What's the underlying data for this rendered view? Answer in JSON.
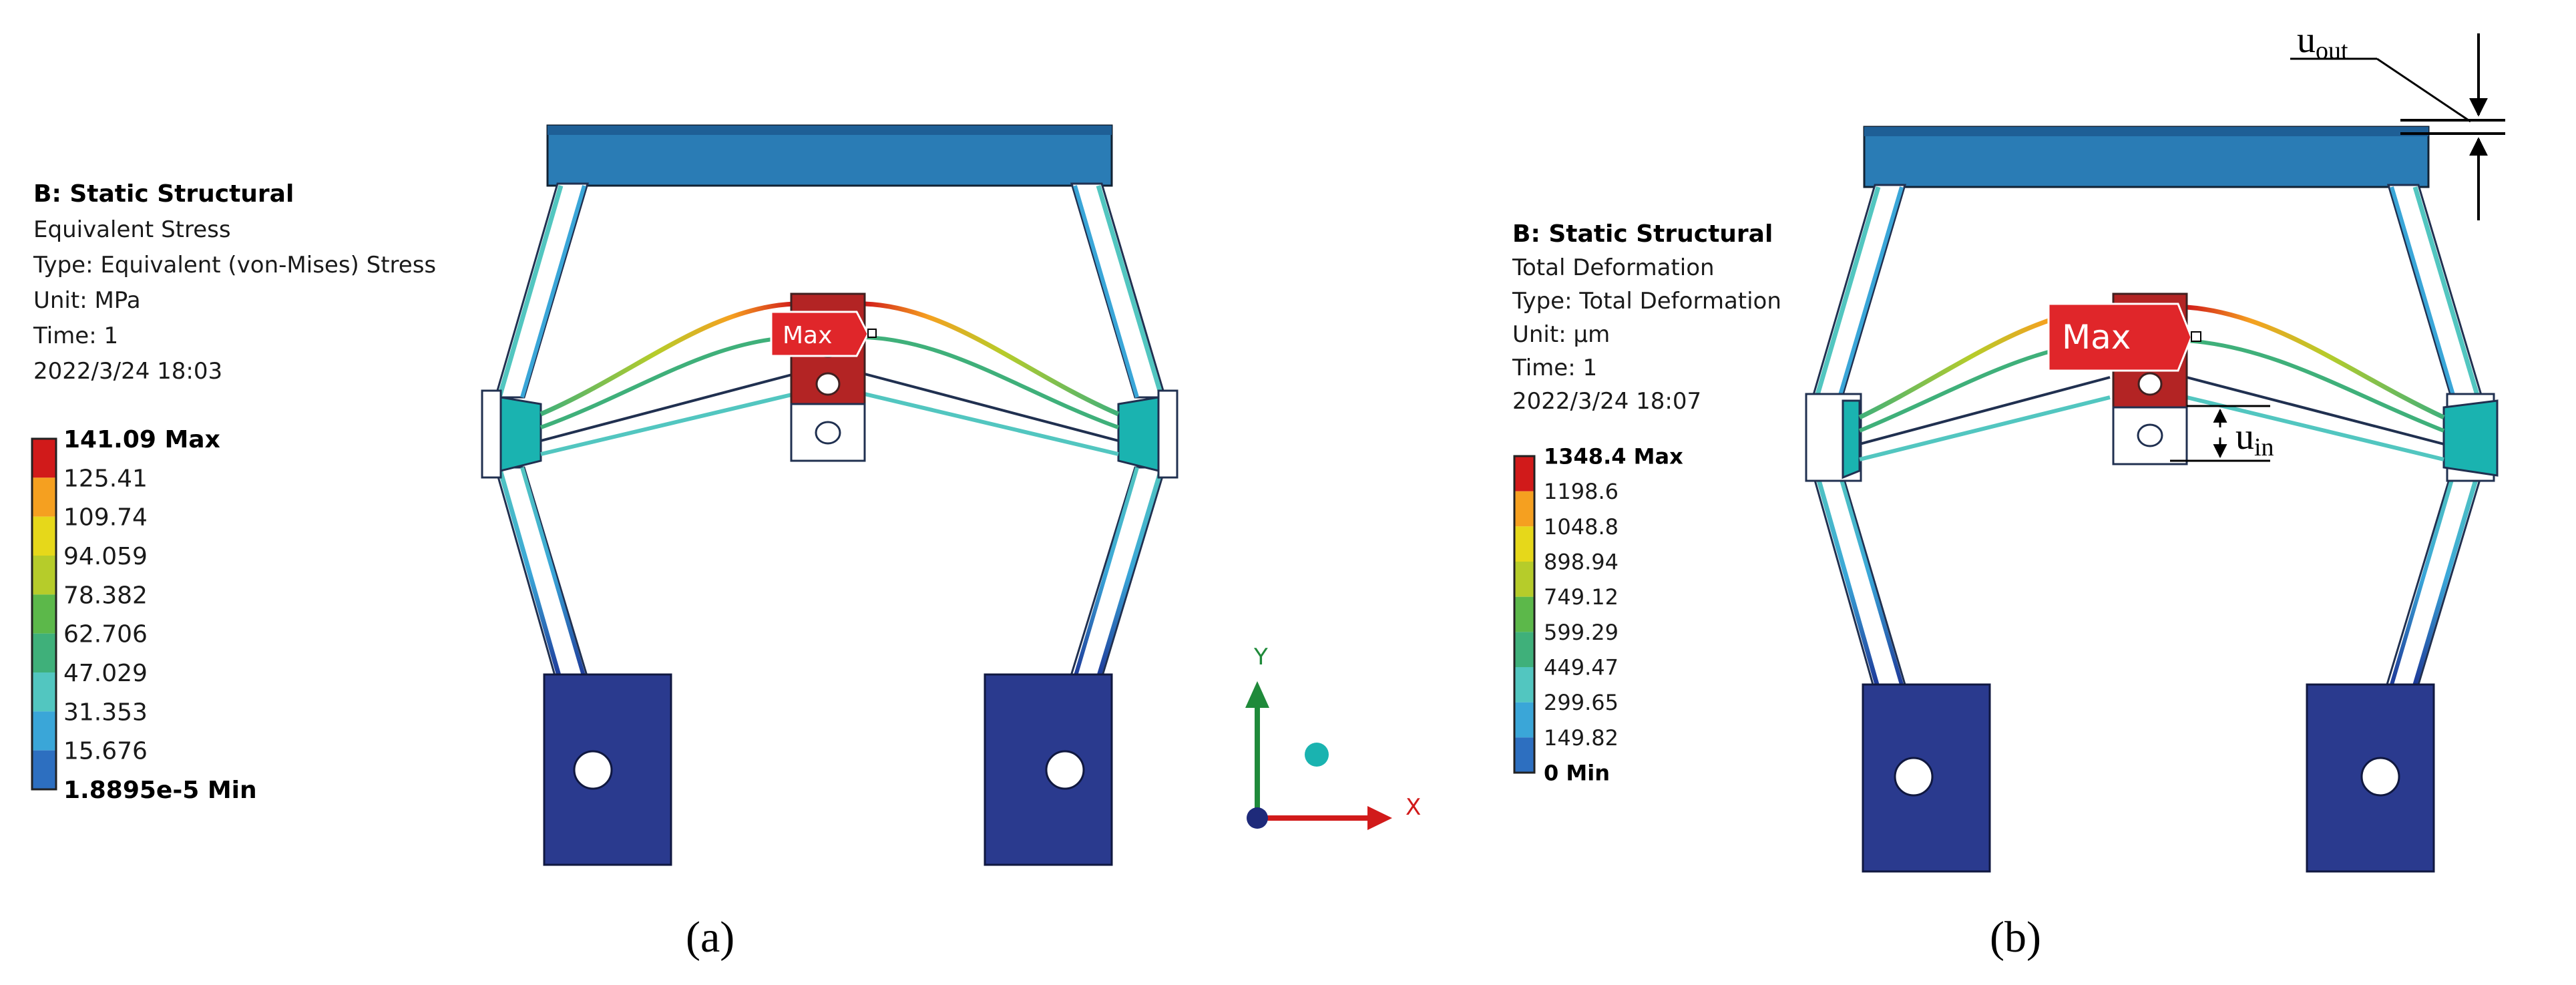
{
  "panel_a": {
    "caption": "(a)",
    "info": {
      "title": "B: Static Structural",
      "lines": [
        "Equivalent Stress",
        "Type: Equivalent (von-Mises) Stress",
        "Unit: MPa",
        "Time: 1",
        "2022/3/24 18:03"
      ]
    },
    "legend": [
      "141.09 Max",
      "125.41",
      "109.74",
      "94.059",
      "78.382",
      "62.706",
      "47.029",
      "31.353",
      "15.676",
      "1.8895e-5 Min"
    ],
    "max_label": "Max",
    "axes": {
      "x": "X",
      "y": "Y"
    }
  },
  "panel_b": {
    "caption": "(b)",
    "info": {
      "title": "B: Static Structural",
      "lines": [
        "Total Deformation",
        "Type: Total Deformation",
        "Unit: µm",
        "Time: 1",
        "2022/3/24 18:07"
      ]
    },
    "legend": [
      "1348.4 Max",
      "1198.6",
      "1048.8",
      "898.94",
      "749.12",
      "599.29",
      "449.47",
      "299.65",
      "149.82",
      "0 Min"
    ],
    "max_label": "Max",
    "u_out": {
      "base": "u",
      "sub": "out"
    },
    "u_in": {
      "base": "u",
      "sub": "in"
    }
  },
  "colors": {
    "scale": [
      "#d11a1a",
      "#f5a020",
      "#e6d81a",
      "#b6cc2a",
      "#5cb84a",
      "#3fb07a",
      "#52c6c0",
      "#3aa6d8",
      "#2d6fc0",
      "#1e3a9a"
    ],
    "top_bar": "#2a7cb5",
    "base": "#2a3a8e",
    "max_block": "#b32424",
    "hinge": "#1ab3b0"
  }
}
